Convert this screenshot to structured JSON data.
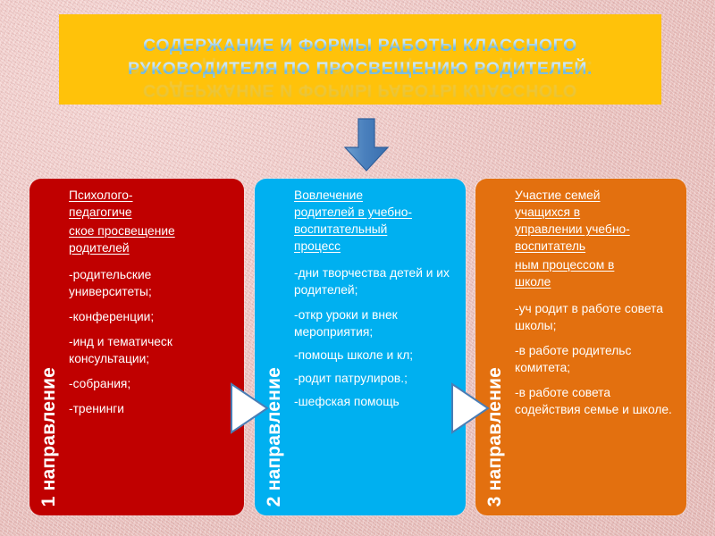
{
  "slide": {
    "title": {
      "line1": "СОДЕРЖАНИЕ И ФОРМЫ РАБОТЫ КЛАССНОГО",
      "line2": "РУКОВОДИТЕЛЯ ПО ПРОСВЕЩЕНИЮ РОДИТЕЛЕЙ."
    },
    "colors": {
      "background": "#eec7c4",
      "title_banner": "#ffc20a",
      "title_text": "#bfe0f2",
      "column_1": "#c00000",
      "column_2": "#00b0f0",
      "column_3": "#e3700f",
      "arrow": "#3f7fbf",
      "connector_fill": "#ffffff",
      "connector_stroke": "#4a7db5"
    },
    "arrow_down": {
      "icon": "arrow-down-icon",
      "color": "#3f7fbf"
    },
    "connectors": [
      {
        "icon": "arrow-right-triangle-icon",
        "from": "1 направление",
        "to": "2 направление"
      },
      {
        "icon": "arrow-right-triangle-icon",
        "from": "2 направление",
        "to": "3 направление"
      }
    ],
    "columns": [
      {
        "id": "column-1",
        "side_label": "1 направление",
        "color": "#c00000",
        "heading_lines": [
          "Психолого-",
          "педагогиче",
          "ское просвещение",
          "родителей"
        ],
        "bullets": [
          "-родительские университеты;",
          "-конференции;",
          "-инд и тематическ консультации;",
          "-собрания;",
          "-тренинги"
        ]
      },
      {
        "id": "column-2",
        "side_label": "2 направление",
        "color": "#00b0f0",
        "heading_lines": [
          "Вовлечение",
          "родителей в учебно-",
          "воспитательный",
          "процесс"
        ],
        "bullets": [
          "-дни творчества детей и их родителей;",
          "-откр уроки и внек мероприятия;",
          "-помощь школе и кл;",
          "-родит патрулиров.;",
          "-шефская помощь"
        ]
      },
      {
        "id": "column-3",
        "side_label": "3 направление",
        "color": "#e3700f",
        "heading_lines": [
          "Участие семей",
          "учащихся в",
          "управлении учебно-",
          "воспитатель",
          "ным процессом в",
          "школе"
        ],
        "bullets": [
          "-уч родит в работе совета школы;",
          "-в работе родительс комитета;",
          "-в работе совета содействия семье и школе."
        ]
      }
    ]
  }
}
